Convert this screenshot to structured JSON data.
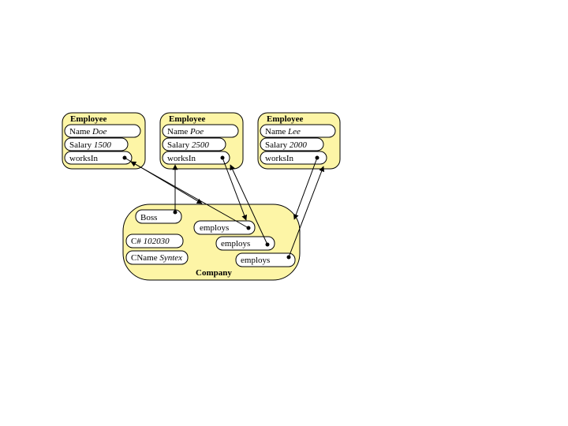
{
  "employees": [
    {
      "title": "Employee",
      "name_label": "Name",
      "name_value": "Doe",
      "salary_label": "Salary",
      "salary_value": "1500",
      "works_label": "worksIn"
    },
    {
      "title": "Employee",
      "name_label": "Name",
      "name_value": "Poe",
      "salary_label": "Salary",
      "salary_value": "2500",
      "works_label": "worksIn"
    },
    {
      "title": "Employee",
      "name_label": "Name",
      "name_value": "Lee",
      "salary_label": "Salary",
      "salary_value": "2000",
      "works_label": "worksIn"
    }
  ],
  "company": {
    "title": "Company",
    "boss_label": "Boss",
    "cnum_label": "C#",
    "cnum_value": "102030",
    "cname_label": "CName",
    "cname_value": "Syntex",
    "employs_label": "employs"
  },
  "colors": {
    "object_fill": "#fdf5a6",
    "field_fill": "#ffffff",
    "stroke": "#000000"
  }
}
